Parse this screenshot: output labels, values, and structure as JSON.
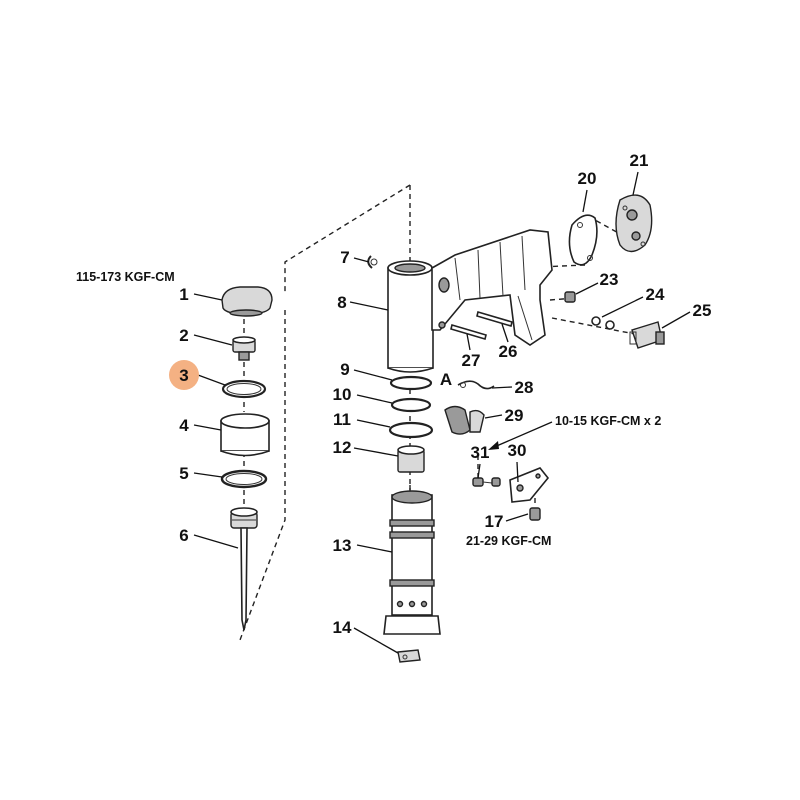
{
  "colors": {
    "highlight": "#f4b183",
    "ink": "#111111"
  },
  "highlighted_callout": "3",
  "notes": {
    "torque_left": "115-173 KGF-CM",
    "torque_right_top": "10-15 KGF-CM x 2",
    "torque_right_bottom": "21-29 KGF-CM",
    "ref_a": "A"
  },
  "callouts": [
    "1",
    "2",
    "3",
    "4",
    "5",
    "6",
    "7",
    "8",
    "9",
    "10",
    "11",
    "12",
    "13",
    "14",
    "17",
    "20",
    "21",
    "23",
    "24",
    "25",
    "26",
    "27",
    "28",
    "29",
    "30",
    "31"
  ]
}
